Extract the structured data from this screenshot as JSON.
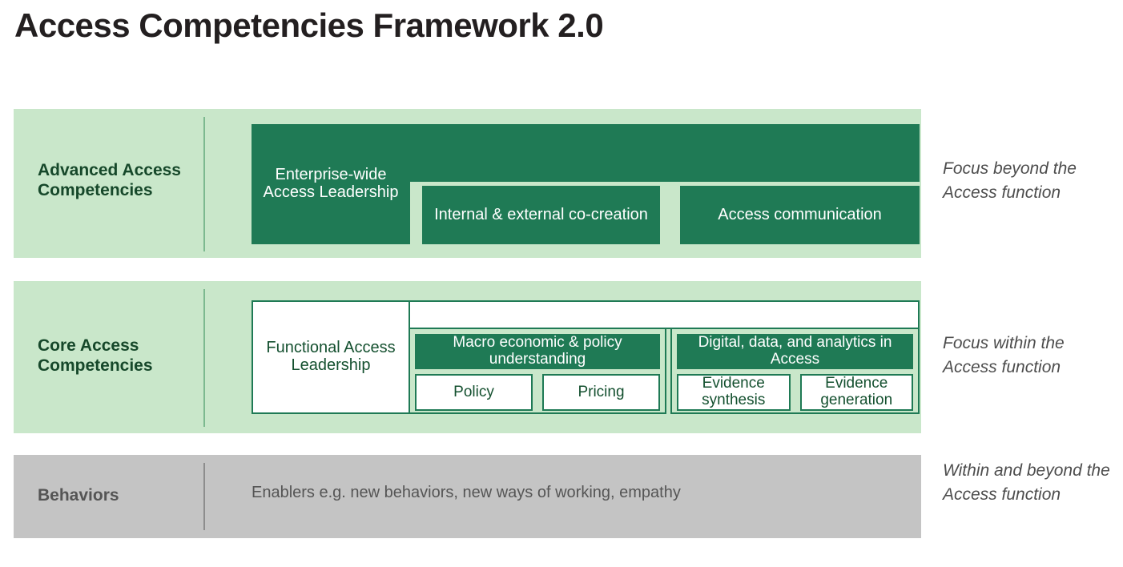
{
  "title": "Access Competencies Framework 2.0",
  "colors": {
    "band_green": "#c9e7ca",
    "band_grey": "#c4c4c4",
    "accent_green": "#1f7a55",
    "label_green": "#16482a",
    "annotation_grey": "#4d4d4d"
  },
  "bands": {
    "advanced": {
      "label": "Advanced Access Competencies",
      "wide_bar": "",
      "leadership": "Enterprise-wide Access Leadership",
      "cocreation": "Internal & external co-creation",
      "communication": "Access communication",
      "note": "Focus beyond the Access function"
    },
    "core": {
      "label": "Core Access Competencies",
      "wide_bar": "",
      "leadership": "Functional Access Leadership",
      "group_a": {
        "head": "Macro economic & policy understanding",
        "children": [
          "Policy",
          "Pricing"
        ]
      },
      "group_b": {
        "head": "Digital, data, and analytics in Access",
        "children": [
          "Evidence synthesis",
          "Evidence generation"
        ]
      },
      "note": "Focus within the Access function"
    },
    "behaviors": {
      "label": "Behaviors",
      "description": "Enablers e.g. new behaviors, new ways of working, empathy",
      "note": "Within and beyond the Access function"
    }
  }
}
